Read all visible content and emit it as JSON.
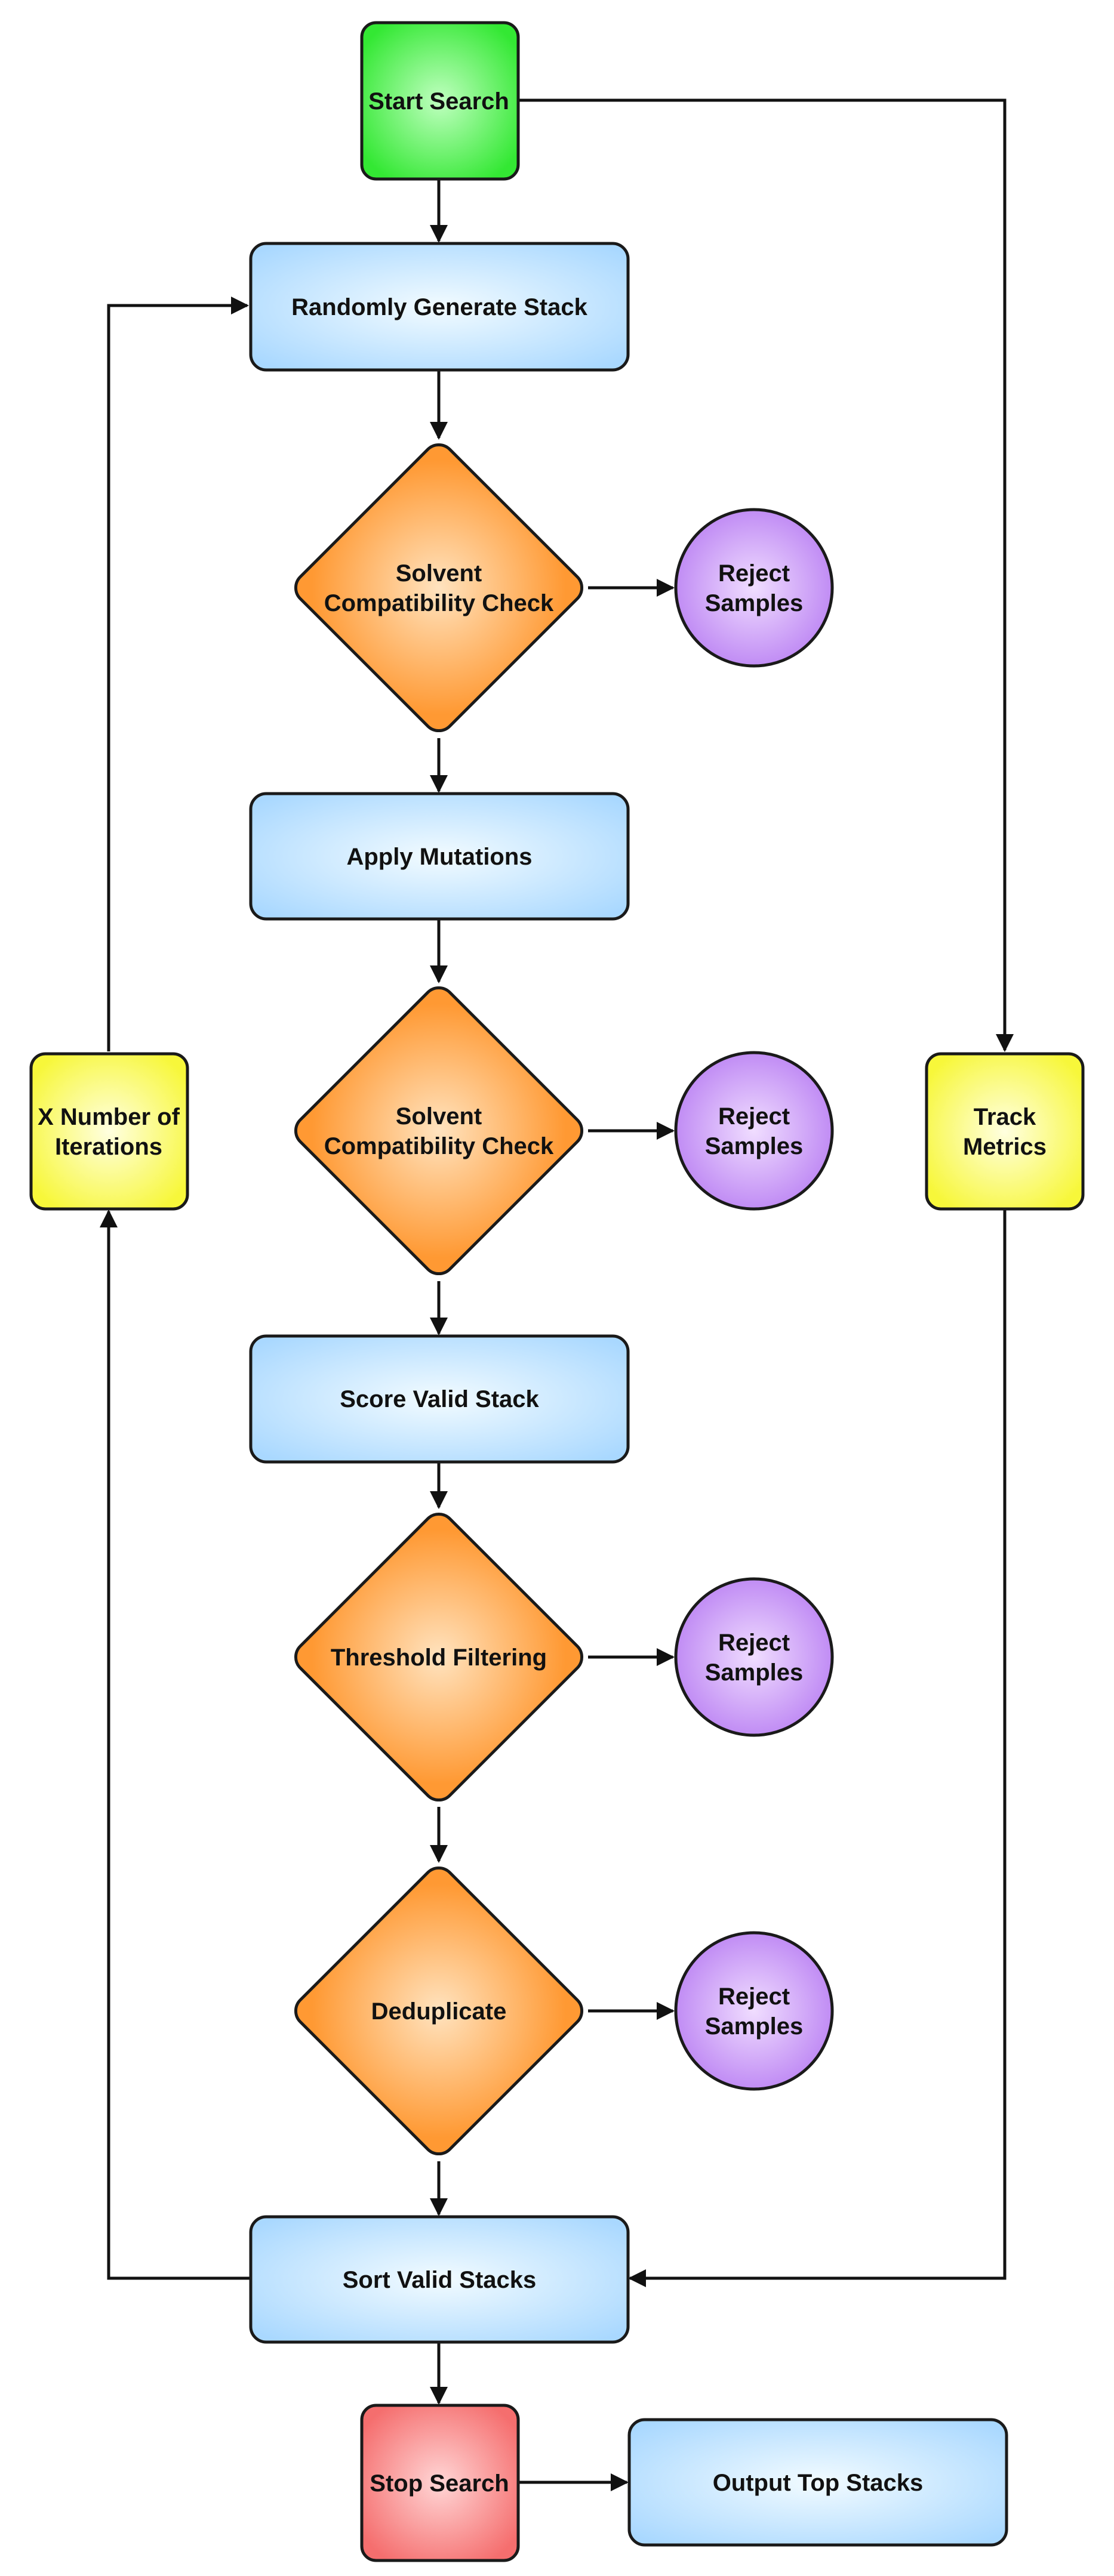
{
  "nodes": {
    "start": {
      "label": [
        "Start Search"
      ]
    },
    "generate": {
      "label": [
        "Randomly Generate Stack"
      ]
    },
    "check1": {
      "label": [
        "Solvent",
        "Compatibility Check"
      ]
    },
    "reject1": {
      "label": [
        "Reject",
        "Samples"
      ]
    },
    "mutate": {
      "label": [
        "Apply Mutations"
      ]
    },
    "check2": {
      "label": [
        "Solvent",
        "Compatibility Check"
      ]
    },
    "reject2": {
      "label": [
        "Reject",
        "Samples"
      ]
    },
    "score": {
      "label": [
        "Score Valid Stack"
      ]
    },
    "thresh": {
      "label": [
        "Threshold Filtering"
      ]
    },
    "reject3": {
      "label": [
        "Reject",
        "Samples"
      ]
    },
    "dedup": {
      "label": [
        "Deduplicate"
      ]
    },
    "reject4": {
      "label": [
        "Reject",
        "Samples"
      ]
    },
    "sort": {
      "label": [
        "Sort Valid Stacks"
      ]
    },
    "stop": {
      "label": [
        "Stop Search"
      ]
    },
    "output": {
      "label": [
        "Output Top Stacks"
      ]
    },
    "iter": {
      "label": [
        "X Number of",
        "Iterations"
      ]
    },
    "track": {
      "label": [
        "Track",
        "Metrics"
      ]
    }
  },
  "colors": {
    "start": "#33e833",
    "process": "#a9d8ff",
    "decision": "#ff9933",
    "reject": "#b77cf2",
    "stop": "#f56e6e",
    "note": "#f7f73a"
  }
}
